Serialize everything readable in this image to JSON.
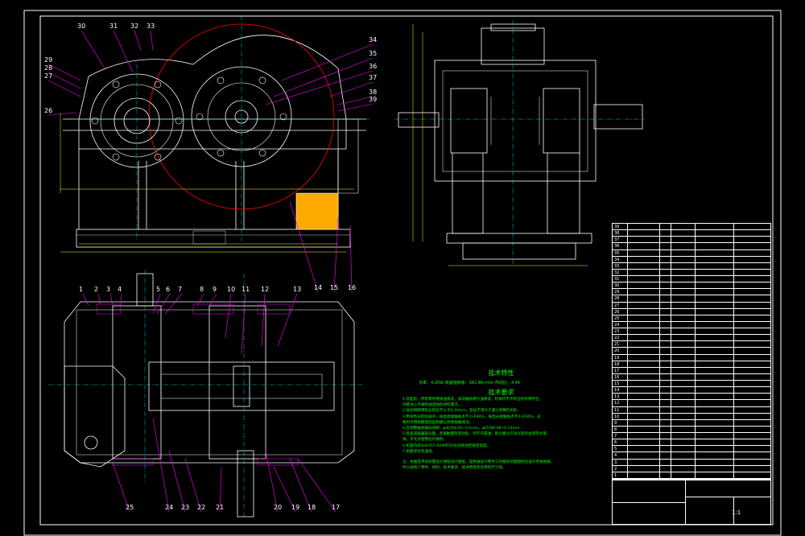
{
  "colors": {
    "background": "#000000",
    "frame": "#ffffff",
    "outline": "#ffffff",
    "leader": "#ff00ff",
    "dimension": "#ffff00",
    "gear": "#ff0000",
    "hatch": "#ffaa00",
    "centerline": "#00ffff",
    "notes": "#00ff00"
  },
  "top_view_labels": [
    "30",
    "31",
    "32",
    "33",
    "34",
    "35",
    "36",
    "37",
    "38",
    "39",
    "29",
    "28",
    "27",
    "26",
    "14",
    "15",
    "16"
  ],
  "section_view_labels": [
    "1",
    "2",
    "3",
    "4",
    "5",
    "6",
    "7",
    "8",
    "9",
    "10",
    "11",
    "12",
    "13",
    "25",
    "24",
    "23",
    "22",
    "21",
    "20",
    "19",
    "18",
    "17"
  ],
  "notes": {
    "title": "技术特性",
    "specs": "功率：4.2KW   高速轴转速：342.86r/min   传动比：4.44",
    "req_title": "技术要求",
    "req": [
      "1.装配前，所有零件用煤油清洗，滚动轴承用汽油清洗，机体内不许有任何杂物存在，",
      "  内壁涂上不被机油浸蚀的涂料两次。",
      "2.啮合侧隙用铅丝检验不小于0.16mm，铅丝不得大于最小侧隙的4倍。",
      "3.用涂色法检验斑点，按齿高接触斑点不小于40%，按齿长接触斑点不小于50%，必",
      "  要时可用研磨或刮后研磨以改善接触情况。",
      "4.应调整轴承轴向间隙：φ40为0.05~0.1mm，φ55为0.08~0.15mm",
      "5.检查减速器剖分面，各接触面及密封处，均不许漏油，剖分面允许涂以密封油漆或水玻",
      "  璃，不允许使用任何填料。",
      "6.机座内装SH0357-92中的50号润滑油至规定高度。",
      "7.表面涂灰色油漆。"
    ],
    "footer": [
      "注：本图是传动装置设计课程设计图纸，是机械设计零件工作图及装配图综合设计考核依据，",
      "    所以表格了零件、材料、技术要求、技术特性及名称的尺寸等。"
    ]
  },
  "parts_table_numbers": [
    "39",
    "38",
    "37",
    "36",
    "35",
    "34",
    "33",
    "32",
    "31",
    "30",
    "29",
    "28",
    "27",
    "26",
    "25",
    "24",
    "23",
    "22",
    "21",
    "20",
    "19",
    "18",
    "17",
    "16",
    "15",
    "14",
    "13",
    "12",
    "11",
    "10",
    "9",
    "8",
    "7",
    "6",
    "5",
    "4",
    "3",
    "2",
    "1"
  ],
  "title_block": {
    "scale": "1:1"
  }
}
